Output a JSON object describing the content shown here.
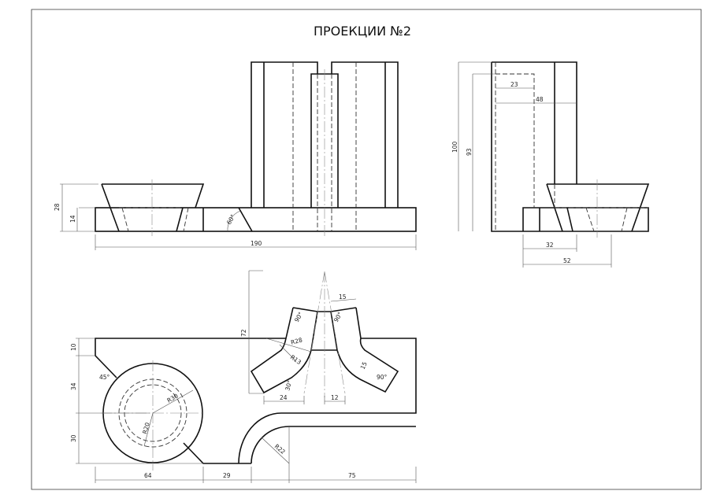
{
  "title": "ПРОЕКЦИИ №2",
  "front_view": {
    "dims": {
      "h28": "28",
      "h14": "14",
      "w190": "190",
      "a60": "60°"
    }
  },
  "side_view": {
    "dims": {
      "h100": "100",
      "h93": "93",
      "w23": "23",
      "w48": "48",
      "w32": "32",
      "w52": "52"
    }
  },
  "top_view": {
    "dims": {
      "v10": "10",
      "v34": "34",
      "v30": "30",
      "w64": "64",
      "w29": "29",
      "w75": "75",
      "r30": "R30",
      "r20": "R20",
      "r22": "R22",
      "r28": "R28",
      "r13": "R13",
      "a45": "45°",
      "v72": "72",
      "w24": "24",
      "w12": "12",
      "w15a": "15",
      "w15b": "15",
      "a90a": "90°",
      "a90b": "90°",
      "a90c": "90°",
      "a30": "30°"
    }
  }
}
